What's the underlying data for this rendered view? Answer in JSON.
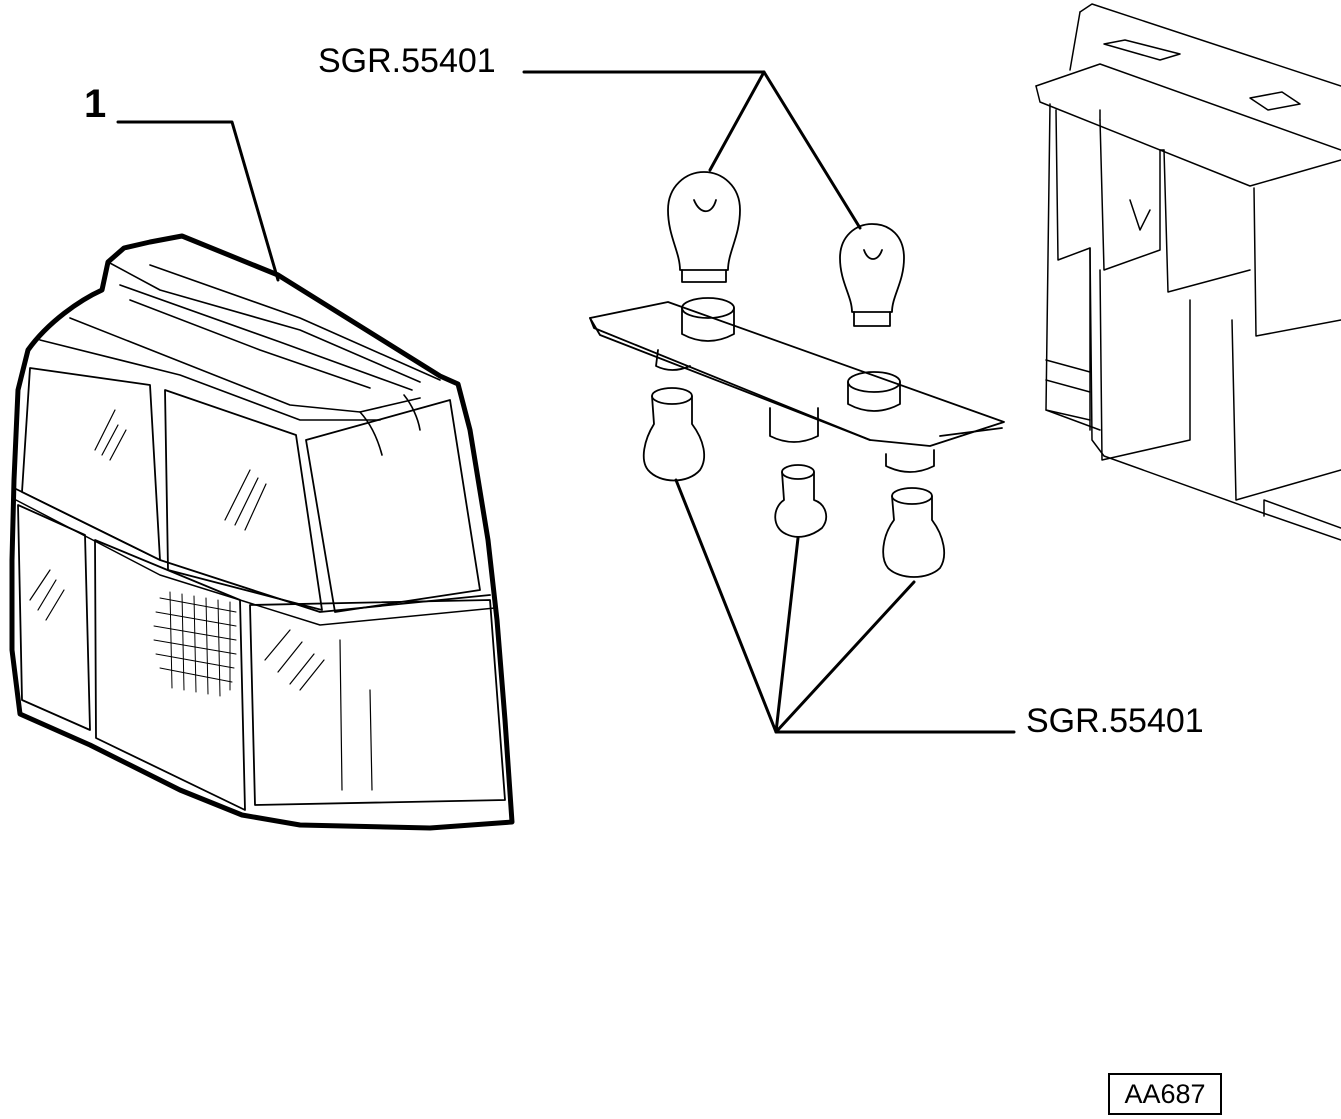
{
  "callouts": {
    "part_number": "1",
    "bulbs_upper_ref": "SGR.55401",
    "bulbs_lower_ref": "SGR.55401"
  },
  "drawing_code": "AA687",
  "colors": {
    "ink": "#000000",
    "paper": "#ffffff"
  }
}
